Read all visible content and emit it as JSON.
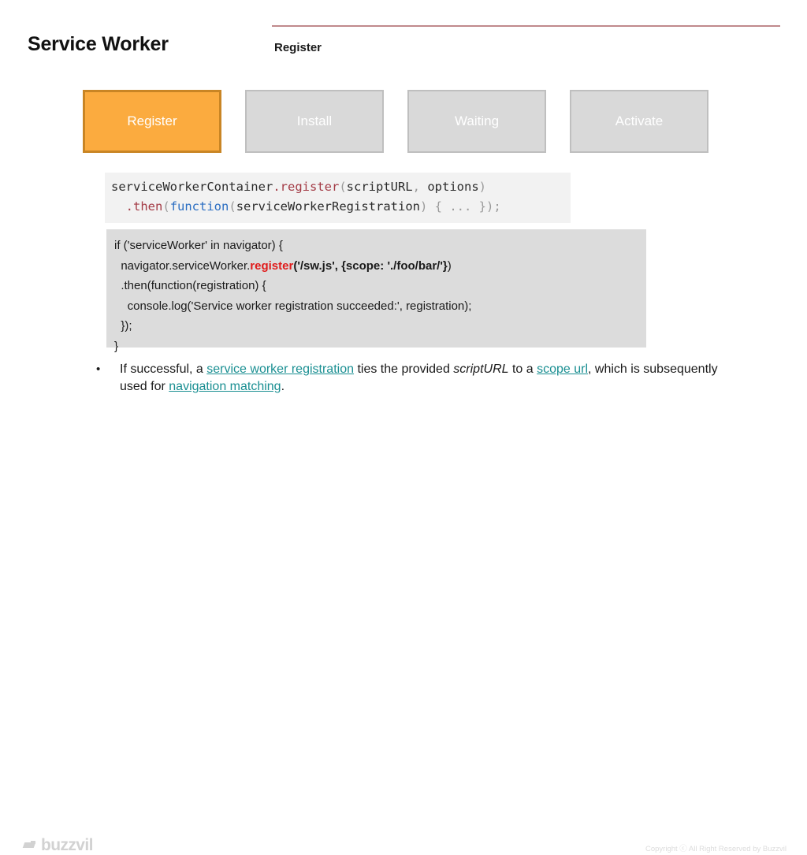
{
  "header": {
    "title": "Service Worker",
    "section_label": "Register",
    "rule_color": "#c08a8c"
  },
  "lifecycle": {
    "stages": [
      {
        "label": "Register",
        "state": "active",
        "bg": "#fbab3f",
        "border": "#c98524"
      },
      {
        "label": "Install",
        "state": "inactive",
        "bg": "#d9d9d9",
        "border": "#bfbfbf"
      },
      {
        "label": "Waiting",
        "state": "inactive",
        "bg": "#d9d9d9",
        "border": "#bfbfbf"
      },
      {
        "label": "Activate",
        "state": "inactive",
        "bg": "#d9d9d9",
        "border": "#bfbfbf"
      }
    ]
  },
  "code_signature": {
    "background": "#f2f2f2",
    "line1": {
      "object": "serviceWorkerContainer",
      "dot": ".",
      "method": "register",
      "open": "(",
      "arg1": "scriptURL",
      "comma": ",",
      "arg2": " options",
      "close": ")"
    },
    "line2": {
      "indent": "  ",
      "dot_then": ".then",
      "open": "(",
      "keyword": "function",
      "open2": "(",
      "param": "serviceWorkerRegistration",
      "close2": ")",
      "body": " { ... });"
    }
  },
  "code_example": {
    "background": "#dcdcdc",
    "highlight_color": "#e01b1b",
    "lines": [
      {
        "text": "if ('serviceWorker' in navigator) {"
      },
      {
        "pre": "  navigator.serviceWorker.",
        "red": "register",
        "bold": "('/sw.js', {scope: './foo/bar/'}",
        "post": ")"
      },
      {
        "text": "  .then(function(registration) {"
      },
      {
        "text": "    console.log('Service worker registration succeeded:', registration);"
      },
      {
        "text": "  });"
      },
      {
        "text": "}"
      }
    ]
  },
  "bullet": {
    "marker": "•",
    "link_color": "#1a8f92",
    "part1": "If successful, a ",
    "link1": "service worker registration",
    "part2": " ties the provided ",
    "italic1": "scriptURL",
    "part3": " to a ",
    "link2": "scope url",
    "part4": ", which is subsequently used for ",
    "link3": "navigation matching",
    "part5": "."
  },
  "footer": {
    "brand": "buzzvil",
    "copyright": "Copyright ⓒ All Right Reserved by Buzzvil"
  }
}
